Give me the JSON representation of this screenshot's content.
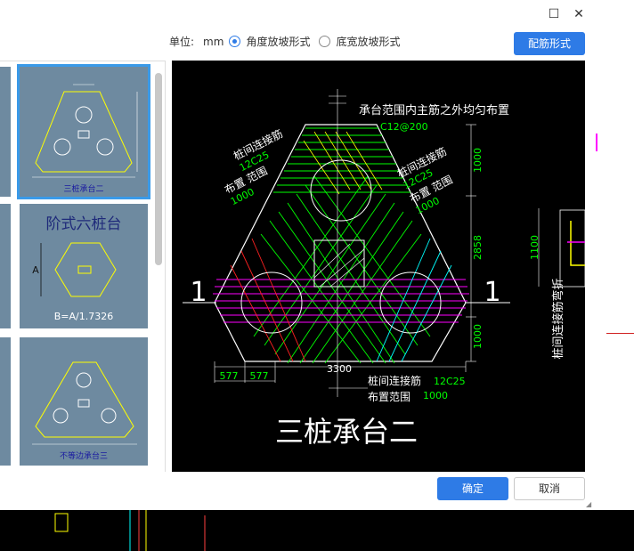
{
  "window": {
    "maximize_glyph": "☐",
    "close_glyph": "✕"
  },
  "toolbar": {
    "unit_label": "单位:",
    "unit_value": "mm",
    "options": [
      {
        "label": "角度放坡形式",
        "selected": true
      },
      {
        "label": "底宽放坡形式",
        "selected": false
      }
    ],
    "rebar_form_button": "配筋形式"
  },
  "gallery": {
    "thumbs": [
      {
        "caption": "三桩承台二",
        "selected": true
      },
      {
        "title": "阶式六桩台",
        "dim_label": "A",
        "formula": "B=A/1.7326",
        "selected": false
      },
      {
        "caption": "不等边承台三",
        "selected": false
      }
    ]
  },
  "drawing": {
    "title": "三桩承台二",
    "note_top": "承台范围内主筋之外均匀布置",
    "spec_top": "C12@200",
    "left_label_1": "桩间连接筋",
    "left_spec": "12C25",
    "left_label_2": "布置 范围",
    "left_width": "1000",
    "right_label_1": "桩间连接筋",
    "right_spec": "12C25",
    "right_label_2": "布置 范围",
    "right_width": "1000",
    "bottom_label_1": "桩间连接筋",
    "bottom_spec": "12C25",
    "bottom_label_2": "布置范围",
    "bottom_width": "1000",
    "dim_right_top": "1000",
    "dim_right_mid": "2858",
    "dim_right_bottom": "1000",
    "dim_bottom_total": "3300",
    "dim_bottom_a": "577",
    "dim_bottom_b": "577",
    "section_mark_left": "1",
    "section_mark_right": "1",
    "side_label": "桩间连接筋弯折",
    "side_dim": "1100"
  },
  "footer": {
    "ok": "确定",
    "cancel": "取消"
  },
  "colors": {
    "accent": "#2e7be6",
    "thumb_bg": "#6e8aa0",
    "cad_green": "#00ff00",
    "cad_yellow": "#ffff00",
    "cad_magenta": "#ff00ff",
    "cad_cyan": "#00ffff",
    "cad_red": "#ff2020"
  }
}
